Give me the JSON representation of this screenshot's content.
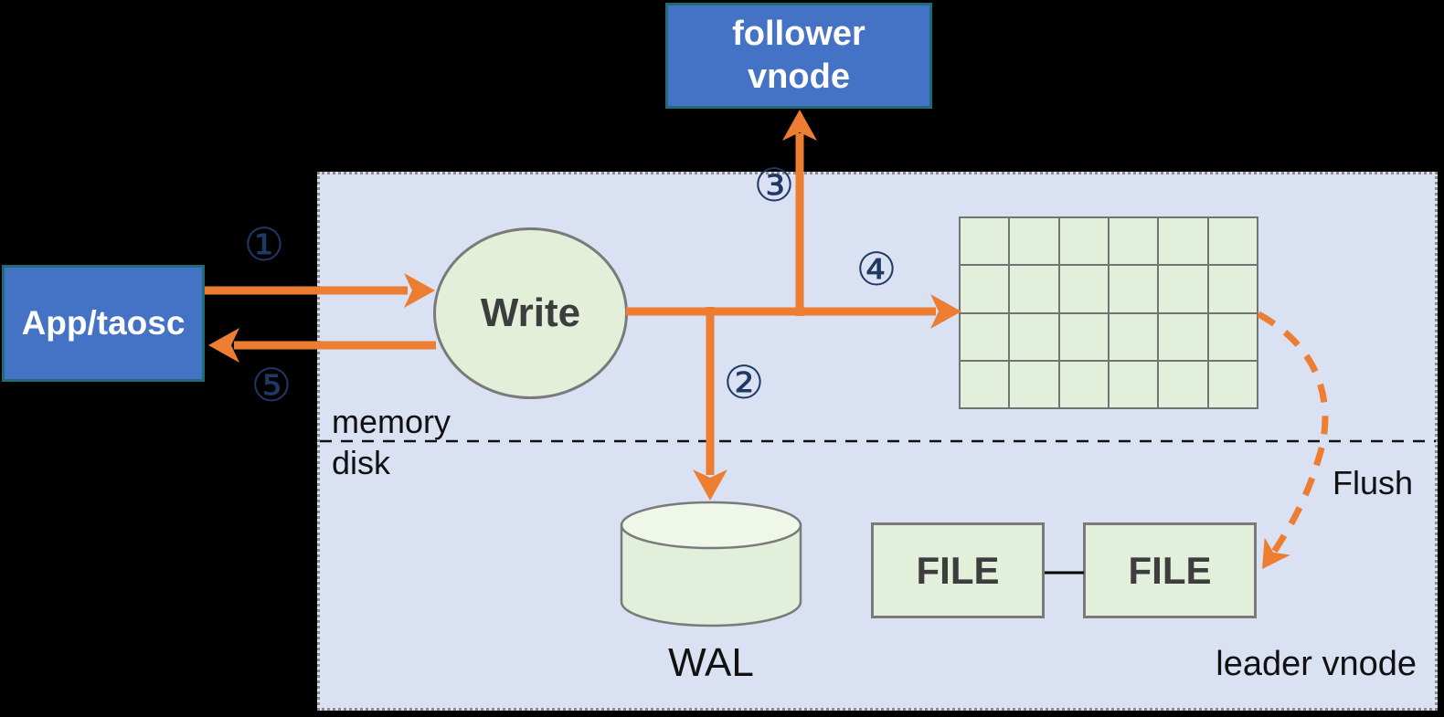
{
  "colors": {
    "accent_orange": "#ED7D31",
    "node_blue": "#4472C4",
    "node_blue_border": "#1F6B78",
    "shape_green": "#E2EFDA",
    "panel_lavender": "#D9E1F2",
    "step_navy": "#1F3864"
  },
  "nodes": {
    "app": {
      "label": "App/taosc"
    },
    "follower": {
      "label": "follower\nvnode"
    },
    "write": {
      "label": "Write"
    },
    "wal": {
      "label": "WAL"
    },
    "file_left": {
      "label": "FILE"
    },
    "file_right": {
      "label": "FILE"
    }
  },
  "labels": {
    "memory": "memory",
    "disk": "disk",
    "flush": "Flush",
    "leader": "leader vnode"
  },
  "steps": [
    {
      "id": 1,
      "glyph": "①"
    },
    {
      "id": 2,
      "glyph": "②"
    },
    {
      "id": 3,
      "glyph": "③"
    },
    {
      "id": 4,
      "glyph": "④"
    },
    {
      "id": 5,
      "glyph": "⑤"
    }
  ],
  "memtable_grid": {
    "rows": 4,
    "cols": 6
  }
}
